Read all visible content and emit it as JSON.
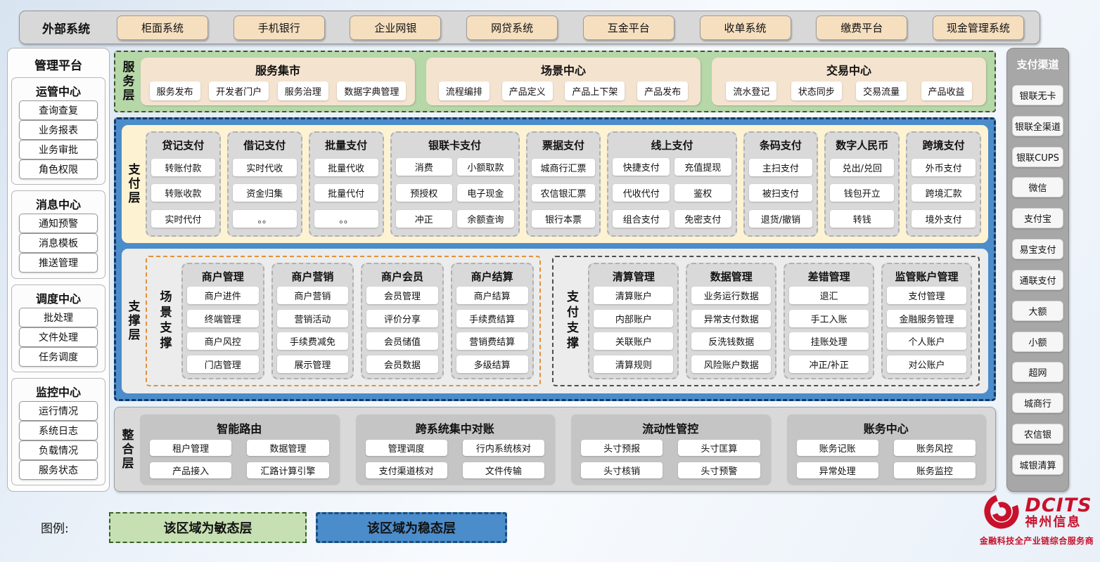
{
  "external": {
    "title": "外部系统",
    "systems": [
      "柜面系统",
      "手机银行",
      "企业网银",
      "网贷系统",
      "互金平台",
      "收单系统",
      "缴费平台",
      "现金管理系统"
    ]
  },
  "management": {
    "title": "管理平台",
    "sections": [
      {
        "title": "运管中心",
        "items": [
          "查询查复",
          "业务报表",
          "业务审批",
          "角色权限"
        ]
      },
      {
        "title": "消息中心",
        "items": [
          "通知预警",
          "消息模板",
          "推送管理"
        ]
      },
      {
        "title": "调度中心",
        "items": [
          "批处理",
          "文件处理",
          "任务调度"
        ]
      },
      {
        "title": "监控中心",
        "items": [
          "运行情况",
          "系统日志",
          "负载情况",
          "服务状态"
        ]
      }
    ]
  },
  "service_layer": {
    "label": "服务层",
    "centers": [
      {
        "title": "服务集市",
        "items": [
          "服务发布",
          "开发者门户",
          "服务治理",
          "数据字典管理"
        ]
      },
      {
        "title": "场景中心",
        "items": [
          "流程编排",
          "产品定义",
          "产品上下架",
          "产品发布"
        ]
      },
      {
        "title": "交易中心",
        "items": [
          "流水登记",
          "状态同步",
          "交易流量",
          "产品收益"
        ]
      }
    ]
  },
  "payment_layer": {
    "label": "支付层",
    "columns": [
      {
        "title": "贷记支付",
        "wide": false,
        "items": [
          "转账付款",
          "转账收款",
          "实时代付"
        ]
      },
      {
        "title": "借记支付",
        "wide": false,
        "items": [
          "实时代收",
          "资金归集",
          "。。"
        ]
      },
      {
        "title": "批量支付",
        "wide": false,
        "items": [
          "批量代收",
          "批量代付",
          "。。"
        ]
      },
      {
        "title": "银联卡支付",
        "wide": true,
        "items": [
          "消费",
          "小额取款",
          "预授权",
          "电子现金",
          "冲正",
          "余额查询"
        ]
      },
      {
        "title": "票据支付",
        "wide": false,
        "items": [
          "城商行汇票",
          "农信银汇票",
          "银行本票"
        ]
      },
      {
        "title": "线上支付",
        "wide": true,
        "items": [
          "快捷支付",
          "充值提现",
          "代收代付",
          "鉴权",
          "组合支付",
          "免密支付"
        ]
      },
      {
        "title": "条码支付",
        "wide": false,
        "items": [
          "主扫支付",
          "被扫支付",
          "退货/撤销"
        ]
      },
      {
        "title": "数字人民币",
        "wide": false,
        "items": [
          "兑出/兑回",
          "钱包开立",
          "转钱"
        ]
      },
      {
        "title": "跨境支付",
        "wide": false,
        "items": [
          "外币支付",
          "跨境汇款",
          "境外支付"
        ]
      }
    ]
  },
  "support_layer": {
    "label": "支撑层",
    "groups": [
      {
        "label": "场景支撑",
        "accent": "orange",
        "columns": [
          {
            "title": "商户管理",
            "items": [
              "商户进件",
              "终端管理",
              "商户风控",
              "门店管理"
            ]
          },
          {
            "title": "商户营销",
            "items": [
              "商户营销",
              "营销活动",
              "手续费减免",
              "展示管理"
            ]
          },
          {
            "title": "商户会员",
            "items": [
              "会员管理",
              "评价分享",
              "会员储值",
              "会员数据"
            ]
          },
          {
            "title": "商户结算",
            "items": [
              "商户结算",
              "手续费结算",
              "营销费结算",
              "多级结算"
            ]
          }
        ]
      },
      {
        "label": "支付支撑",
        "accent": "dark",
        "columns": [
          {
            "title": "清算管理",
            "items": [
              "清算账户",
              "内部账户",
              "关联账户",
              "清算规则"
            ]
          },
          {
            "title": "数据管理",
            "items": [
              "业务运行数据",
              "异常支付数据",
              "反洗钱数据",
              "风险账户数据"
            ]
          },
          {
            "title": "差错管理",
            "items": [
              "退汇",
              "手工入账",
              "挂账处理",
              "冲正/补正"
            ]
          },
          {
            "title": "监管账户管理",
            "items": [
              "支付管理",
              "金融服务管理",
              "个人账户",
              "对公账户"
            ]
          }
        ]
      }
    ]
  },
  "integration_layer": {
    "label": "整合层",
    "groups": [
      {
        "title": "智能路由",
        "items": [
          "租户管理",
          "数据管理",
          "产品接入",
          "汇路计算引擎"
        ]
      },
      {
        "title": "跨系统集中对账",
        "items": [
          "管理调度",
          "行内系统核对",
          "支付渠道核对",
          "文件传输"
        ]
      },
      {
        "title": "流动性管控",
        "items": [
          "头寸预报",
          "头寸匡算",
          "头寸核销",
          "头寸预警"
        ]
      },
      {
        "title": "账务中心",
        "items": [
          "账务记账",
          "账务风控",
          "异常处理",
          "账务监控"
        ]
      }
    ]
  },
  "channels": {
    "title": "支付渠道",
    "items": [
      "银联无卡",
      "银联全渠道",
      "银联CUPS",
      "微信",
      "支付宝",
      "易宝支付",
      "通联支付",
      "大额",
      "小额",
      "超网",
      "城商行",
      "农信银",
      "城银清算"
    ]
  },
  "legend": {
    "label": "图例:",
    "items": [
      {
        "text": "该区域为敏态层",
        "style": "agile"
      },
      {
        "text": "该区域为稳态层",
        "style": "stable"
      }
    ]
  },
  "logo": {
    "brand": "DCITS",
    "company": "神州信息",
    "tagline": "金融科技全产业链综合服务商"
  },
  "colors": {
    "agile_green": "#b6d7a8",
    "stable_blue": "#4b8ccb",
    "band_cream": "#fdf3d2",
    "card_tan": "#f4e3cf",
    "column_gray": "#d9d9d9",
    "external_wheat": "#f6dfbf",
    "panel_gray": "#a7a7a7",
    "scene_accent_orange": "#e0913c",
    "brand_red": "#c9112b"
  }
}
